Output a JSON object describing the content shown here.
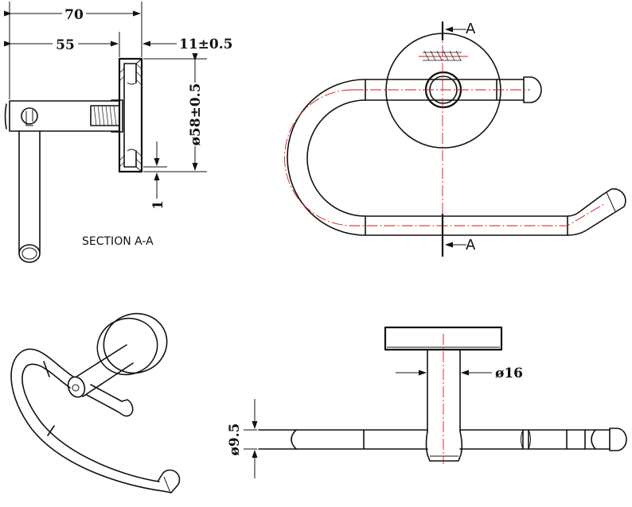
{
  "dimensions": {
    "overall_width": "70",
    "rod_length": "55",
    "base_thickness": "11±0.5",
    "base_diameter": "ø58±0.5",
    "gap": "1",
    "post_diameter": "ø16",
    "rod_diameter": "ø9.5"
  },
  "labels": {
    "section_title": "SECTION A-A",
    "section_marker_top": "A",
    "section_marker_bottom": "A"
  },
  "colors": {
    "line": "#111111",
    "centerline": "#d11a1a",
    "background": "#ffffff"
  }
}
